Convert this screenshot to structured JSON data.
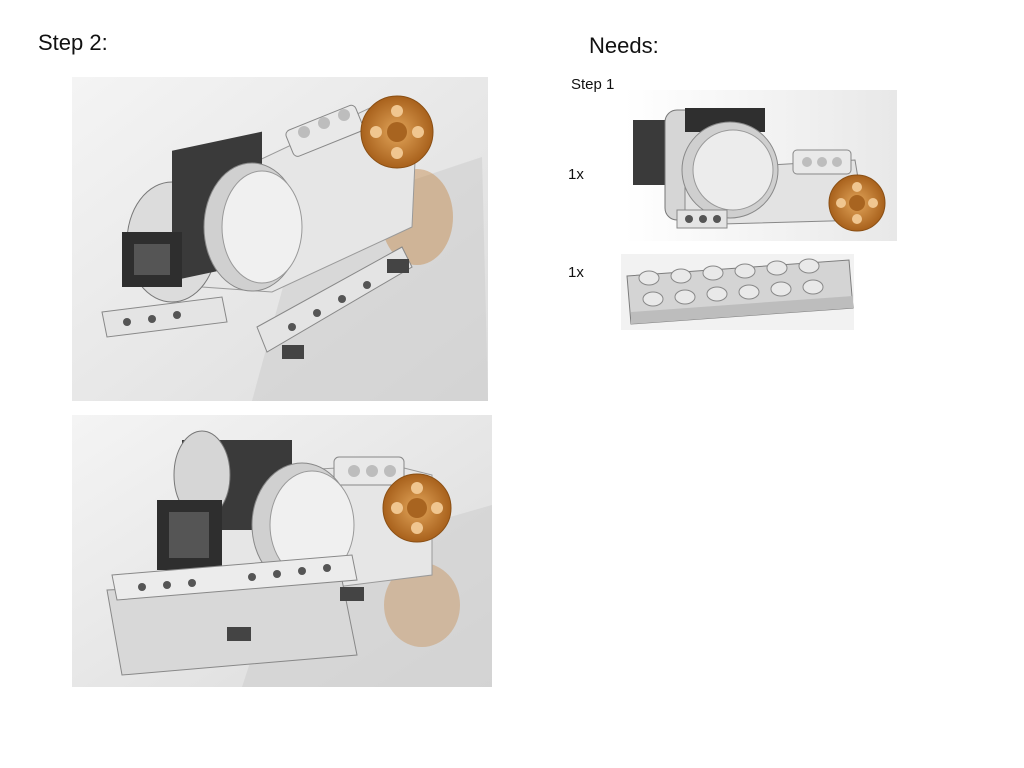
{
  "slide": {
    "step_title": "Step 2:",
    "needs_title": "Needs:",
    "needs_items": [
      {
        "label": "Step 1",
        "qty": "1x",
        "part": "motor-assembly-step1"
      },
      {
        "label": "",
        "qty": "1x",
        "part": "plate-2x6"
      }
    ]
  },
  "colors": {
    "light_grey": "#d9d9d9",
    "mid_grey": "#bdbdbd",
    "dark_grey": "#3a3a3a",
    "orange_hub": "#c9822d"
  }
}
